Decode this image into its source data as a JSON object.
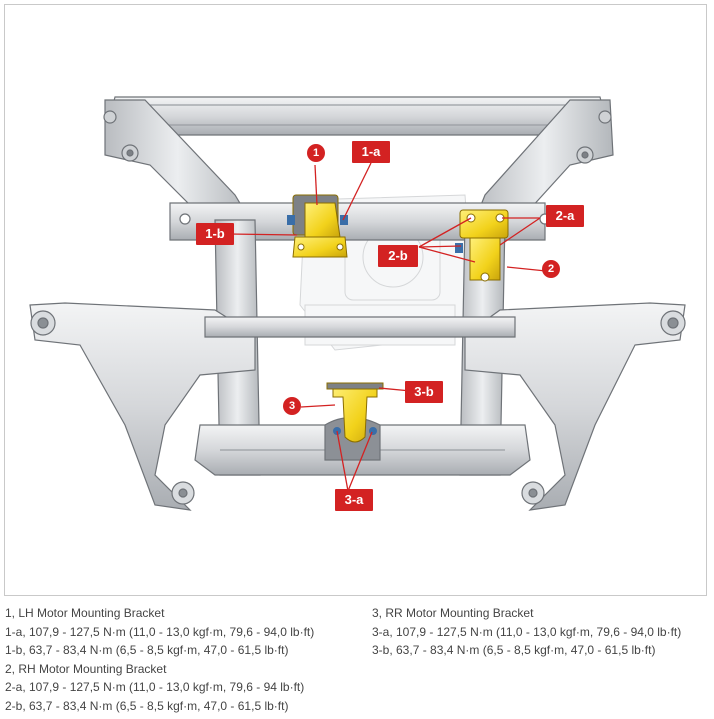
{
  "callouts": {
    "num1": "1",
    "num2": "2",
    "num3": "3",
    "tag_1a": "1-a",
    "tag_1b": "1-b",
    "tag_2a": "2-a",
    "tag_2b": "2-b",
    "tag_3a": "3-a",
    "tag_3b": "3-b"
  },
  "legend": {
    "left": [
      "1, LH Motor Mounting Bracket",
      "1-a, 107,9 - 127,5 N·m (11,0 - 13,0 kgf·m, 79,6 - 94,0 lb·ft)",
      "1-b, 63,7 - 83,4 N·m (6,5 - 8,5 kgf·m, 47,0 - 61,5 lb·ft)",
      "2, RH Motor Mounting Bracket",
      "2-a, 107,9 - 127,5 N·m (11,0 - 13,0 kgf·m, 79,6 - 94 lb·ft)",
      "2-b, 63,7 - 83,4 N·m (6,5 - 8,5 kgf·m, 47,0 - 61,5 lb·ft)"
    ],
    "right": [
      "3, RR Motor Mounting Bracket",
      "3-a, 107,9 - 127,5 N·m (11,0 - 13,0 kgf·m, 79,6 - 94,0 lb·ft)",
      "3-b, 63,7 - 83,4 N·m (6,5 - 8,5 kgf·m, 47,0 - 61,5 lb·ft)"
    ]
  },
  "colors": {
    "accent": "#d32222",
    "bracket": "#f2d21b",
    "frame": "#d6d8db",
    "frame_edge": "#7d8186"
  }
}
